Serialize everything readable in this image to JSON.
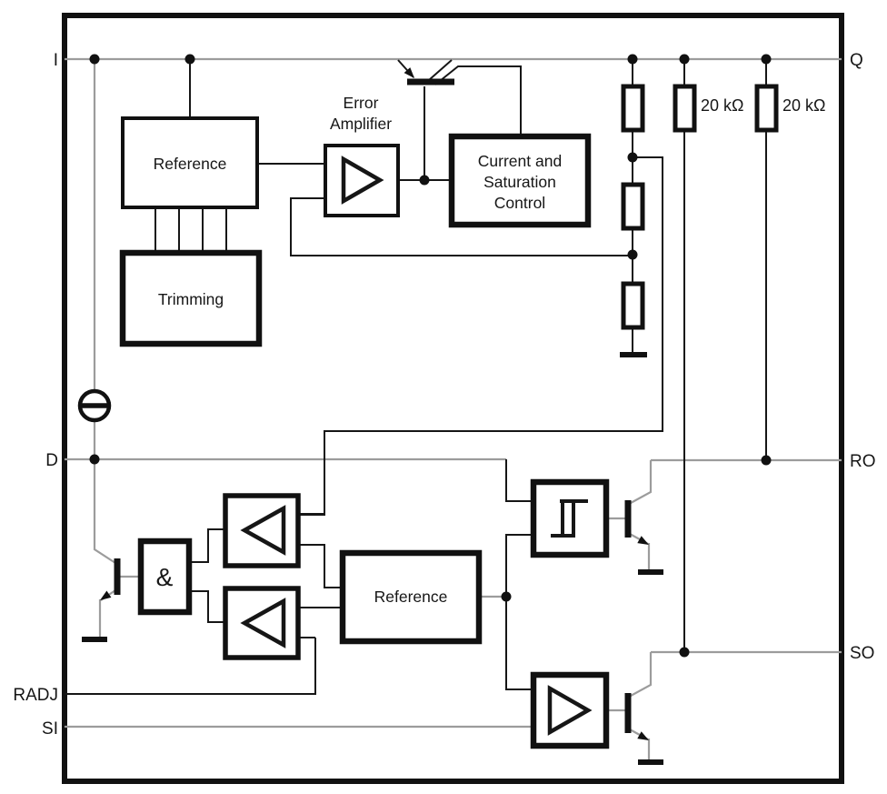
{
  "diagram": {
    "title": "IC functional block diagram",
    "pins": {
      "i": "I",
      "q": "Q",
      "d": "D",
      "ro": "RO",
      "so": "SO",
      "radj": "RADJ",
      "si": "SI"
    },
    "blocks": {
      "reference_top": "Reference",
      "trimming": "Trimming",
      "error_amplifier_line1": "Error",
      "error_amplifier_line2": "Amplifier",
      "csc_line1": "Current and",
      "csc_line2": "Saturation",
      "csc_line3": "Control",
      "and_gate": "&",
      "reference_bottom": "Reference"
    },
    "resistors": {
      "r_upper_label": "20 kΩ",
      "r_lower_label": "20 kΩ"
    },
    "colors": {
      "wire_gray": "#9c9c9c",
      "wire_black": "#161616",
      "border_black": "#111111",
      "background": "#ffffff"
    }
  }
}
